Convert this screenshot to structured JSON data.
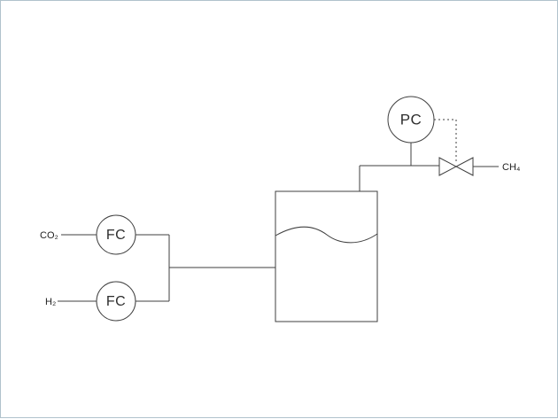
{
  "diagram": {
    "title": "process-flow-diagram",
    "streams": {
      "co2_label": "CO₂",
      "h2_label": "H₂",
      "ch4_label": "CH₄"
    },
    "instruments": {
      "fc_top_label": "FC",
      "fc_bottom_label": "FC",
      "pc_label": "PC"
    },
    "colors": {
      "line": "#3f3f3f",
      "border": "#b0c2cc",
      "background": "#ffffff",
      "text": "#2e2e2e"
    }
  }
}
